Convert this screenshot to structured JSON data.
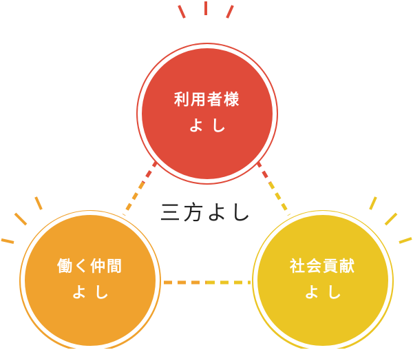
{
  "center_label": "三方よし",
  "nodes": {
    "top": {
      "line1": "利用者様",
      "line2": "よし",
      "color": "#e04b3a"
    },
    "left": {
      "line1": "働く仲間",
      "line2": "よし",
      "color": "#f0a22e"
    },
    "right": {
      "line1": "社会貢献",
      "line2": "よし",
      "color": "#ebc524"
    }
  },
  "colors": {
    "red": "#e04b3a",
    "orange": "#f0a22e",
    "yellow": "#ebc524"
  }
}
